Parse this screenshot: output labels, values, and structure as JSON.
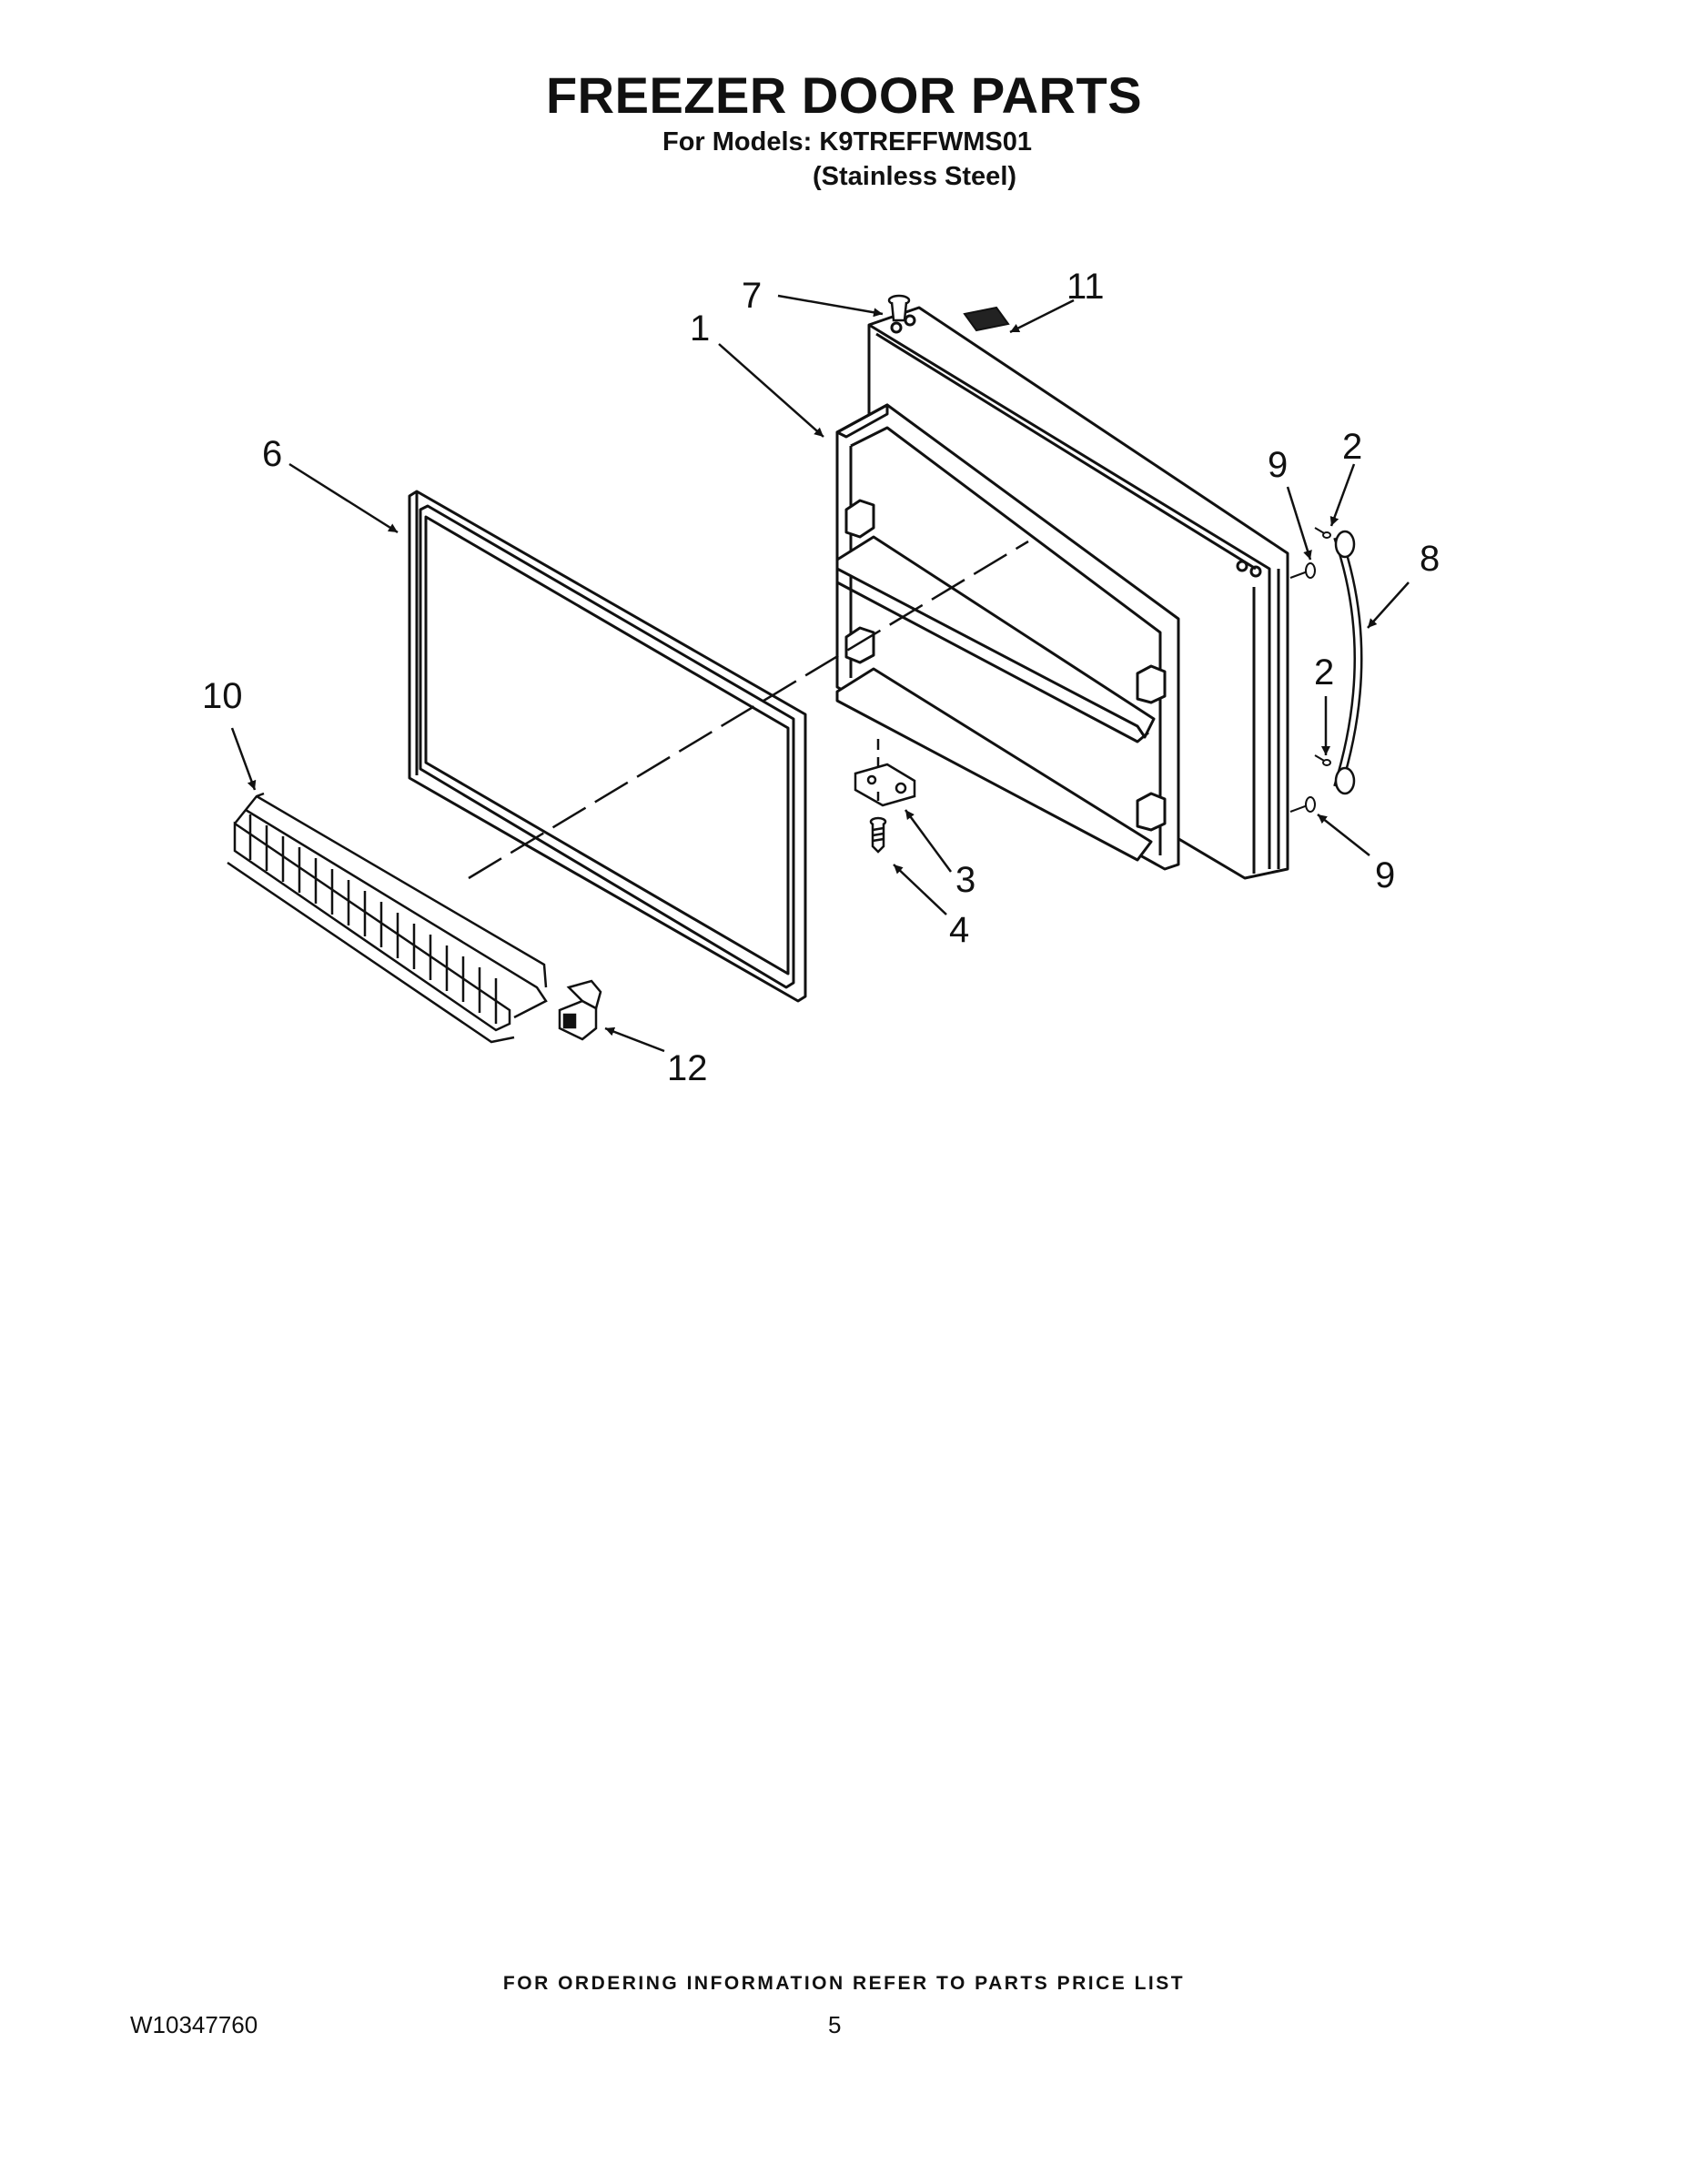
{
  "header": {
    "title": "FREEZER DOOR PARTS",
    "models_line": "For Models: K9TREFFWMS01",
    "finish_line": "(Stainless Steel)"
  },
  "callouts": {
    "door_assembly": "1",
    "screw_top": "2",
    "screw_bottom": "2",
    "hinge_bracket": "3",
    "hinge_screw": "4",
    "door_gasket": "6",
    "hinge_pin": "7",
    "handle": "8",
    "handle_fastener_top": "9",
    "handle_fastener_bottom": "9",
    "wire_basket": "10",
    "label": "11",
    "basket_clip": "12"
  },
  "footer": {
    "ordering_note": "FOR ORDERING INFORMATION REFER TO PARTS PRICE LIST",
    "doc_number": "W10347760",
    "page_number": "5"
  }
}
